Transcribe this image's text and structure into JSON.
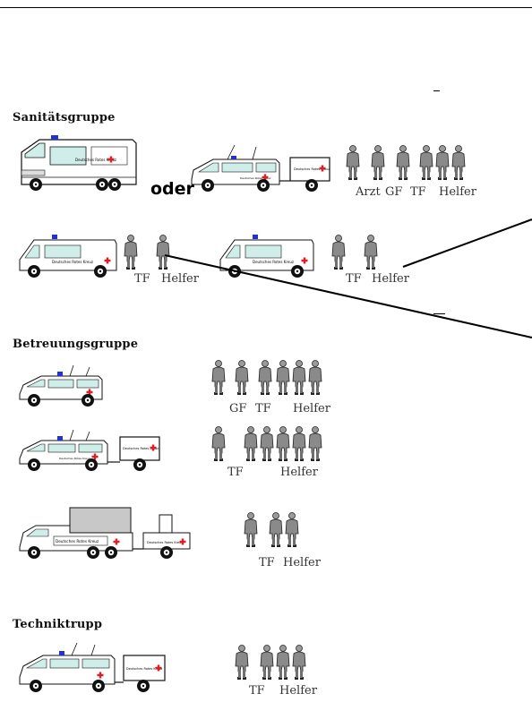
{
  "groups": {
    "sanitaet": {
      "title": "Sanitätsgruppe",
      "oder": "oder",
      "van_text": "Deutsches Rotes Kreuz",
      "row1_labels": [
        "Arzt",
        "GF",
        "TF",
        "Helfer"
      ],
      "row2_left_labels": [
        "TF",
        "Helfer"
      ],
      "row2_right_labels": [
        "TF",
        "Helfer"
      ]
    },
    "betreuung": {
      "title": "Betreuungsgruppe",
      "van_text": "Deutsches Rotes Kreuz",
      "row1_labels": [
        "GF",
        "TF",
        "Helfer"
      ],
      "row2_labels": [
        "TF",
        "Helfer"
      ],
      "row3_labels": [
        "TF",
        "Helfer"
      ]
    },
    "technik": {
      "title": "Techniktrupp",
      "van_text": "Deutsches Rotes Kreuz",
      "labels": [
        "TF",
        "Helfer"
      ]
    }
  },
  "colors": {
    "person_body": "#8a8a8a",
    "person_dark": "#222222",
    "window": "#cfeee9",
    "cross": "#e31b23",
    "siren": "#2233cc",
    "tarp": "#c8c8c8"
  },
  "icons": [
    "rtw-ambulance",
    "ktw-van",
    "trailer",
    "person-figure",
    "field-kitchen-trailer"
  ]
}
